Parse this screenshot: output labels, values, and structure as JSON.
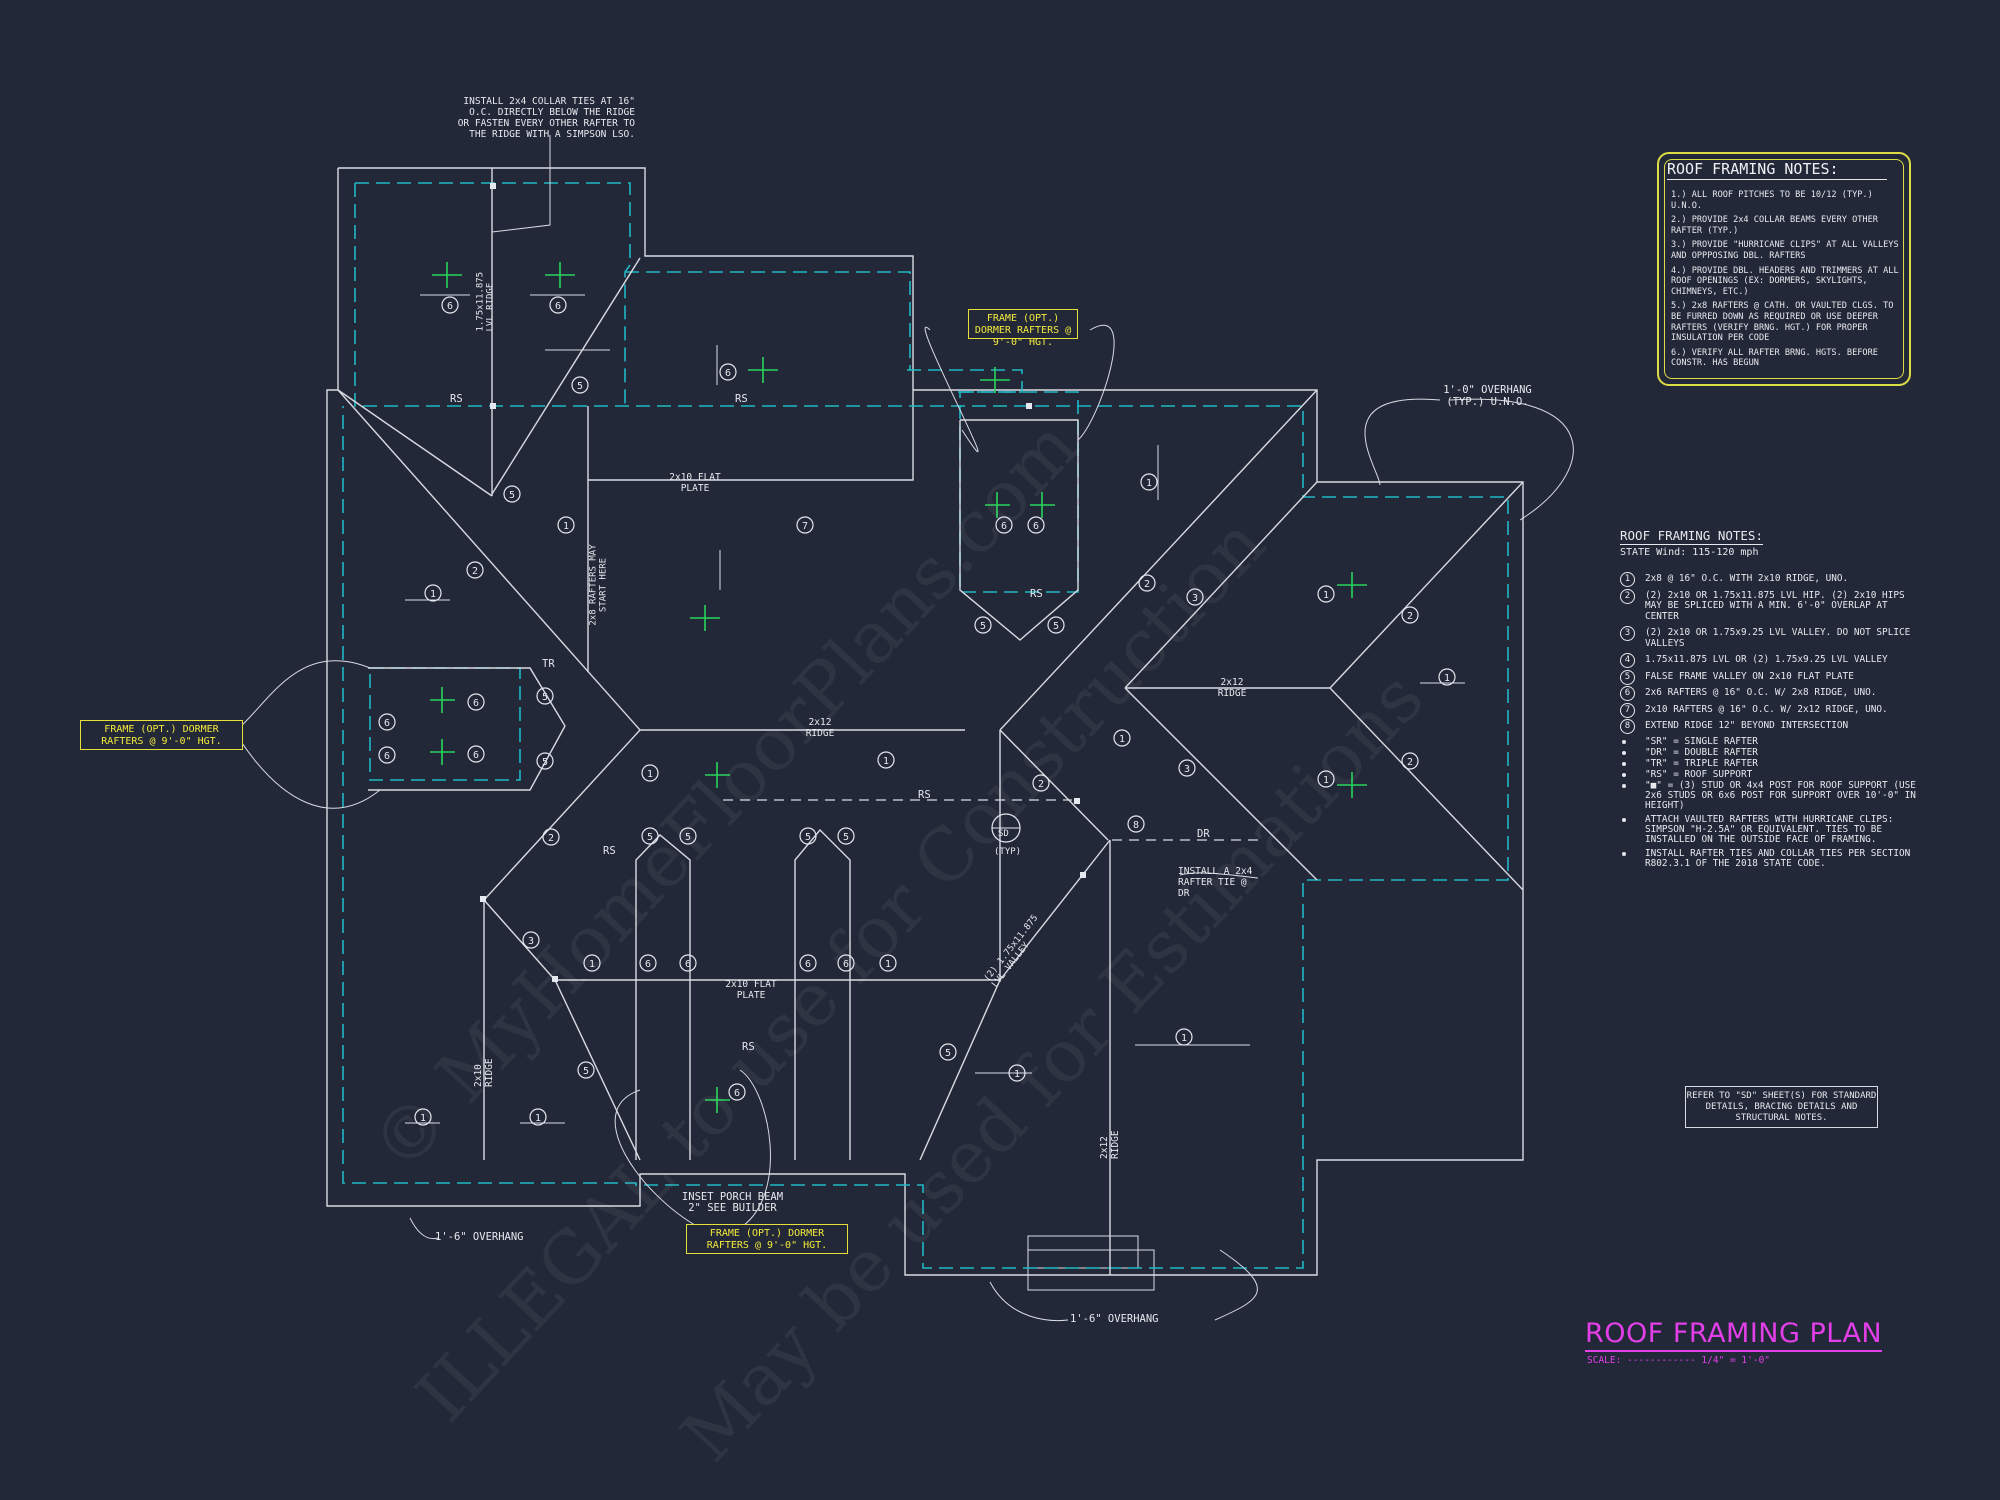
{
  "title": "ROOF FRAMING PLAN",
  "scale": "SCALE: ------------ 1/4\" = 1'-0\"",
  "notes_panel": {
    "title": "ROOF FRAMING NOTES:",
    "items": [
      "1.) ALL ROOF PITCHES TO BE 10/12 (TYP.) U.N.O.",
      "2.) PROVIDE 2x4 COLLAR BEAMS EVERY OTHER RAFTER (TYP.)",
      "3.) PROVIDE \"HURRICANE CLIPS\" AT ALL VALLEYS AND OPPPOSING DBL. RAFTERS",
      "4.) PROVIDE DBL. HEADERS AND TRIMMERS AT ALL ROOF OPENINGS (EX: DORMERS, SKYLIGHTS, CHIMNEYS, ETC.)",
      "5.) 2x8 RAFTERS @ CATH. OR VAULTED CLGS. TO BE FURRED DOWN AS REQUIRED OR USE DEEPER RAFTERS (VERIFY BRNG. HGT.) FOR PROPER INSULATION PER CODE",
      "6.) VERIFY ALL RAFTER BRNG. HGTS. BEFORE CONSTR. HAS BEGUN"
    ]
  },
  "legend": {
    "title": "ROOF FRAMING NOTES:",
    "wind": "STATE Wind: 115-120 mph",
    "items": [
      {
        "num": "1",
        "text": "2x8 @ 16\" O.C. WITH 2x10 RIDGE, UNO."
      },
      {
        "num": "2",
        "text": "(2) 2x10 OR 1.75x11.875 LVL HIP. (2) 2x10 HIPS MAY BE SPLICED WITH A MIN. 6'-0\" OVERLAP AT CENTER"
      },
      {
        "num": "3",
        "text": "(2) 2x10 OR 1.75x9.25 LVL VALLEY. DO NOT SPLICE VALLEYS"
      },
      {
        "num": "4",
        "text": "1.75x11.875 LVL OR (2) 1.75x9.25 LVL VALLEY"
      },
      {
        "num": "5",
        "text": "FALSE FRAME VALLEY ON 2x10 FLAT PLATE"
      },
      {
        "num": "6",
        "text": "2x6 RAFTERS @ 16\" O.C. W/ 2x8 RIDGE, UNO."
      },
      {
        "num": "7",
        "text": "2x10 RAFTERS @ 16\" O.C. W/ 2x12 RIDGE, UNO."
      },
      {
        "num": "8",
        "text": "EXTEND RIDGE 12\" BEYOND INTERSECTION"
      }
    ],
    "bullets": [
      "\"SR\" = SINGLE RAFTER",
      "\"DR\" = DOUBLE RAFTER",
      "\"TR\" = TRIPLE RAFTER",
      "\"RS\" = ROOF SUPPORT",
      "\"■\" = (3) STUD OR 4x4 POST FOR ROOF SUPPORT (USE 2x6 STUDS OR 6x6 POST FOR SUPPORT OVER 10'-0\" IN HEIGHT)",
      "ATTACH VAULTED RAFTERS WITH HURRICANE CLIPS: SIMPSON \"H-2.5A\" OR EQUIVALENT. TIES TO BE INSTALLED ON THE OUTSIDE FACE OF FRAMING.",
      "INSTALL RAFTER TIES AND COLLAR TIES PER SECTION R802.3.1 OF THE 2018 STATE CODE."
    ]
  },
  "refer_note": "REFER TO \"SD\" SHEET(S) FOR STANDARD DETAILS, BRACING DETAILS AND STRUCTURAL NOTES.",
  "callouts": {
    "collar_ties": "INSTALL 2x4 COLLAR TIES AT 16\" O.C. DIRECTLY BELOW THE RIDGE OR FASTEN EVERY OTHER RAFTER TO THE RIDGE WITH A SIMPSON LSO.",
    "dormer_top": "FRAME (OPT.) DORMER RAFTERS @ 9'-0\" HGT.",
    "dormer_left": "FRAME (OPT.) DORMER RAFTERS @ 9'-0\" HGT.",
    "dormer_bottom": "FRAME (OPT.) DORMER RAFTERS @ 9'-0\" HGT.",
    "overhang_typ": "1'-0\" OVERHANG (TYP.) U.N.O.",
    "overhang_left": "1'-6\" OVERHANG",
    "overhang_bottom": "1'-6\" OVERHANG",
    "inset_porch": "INSET PORCH BEAM 2\" SEE BUILDER",
    "rafter_tie": "INSTALL A 2x4 RAFTER TIE @ DR",
    "flat_plate_top": "2x10 FLAT PLATE",
    "flat_plate_bottom": "2x10 FLAT PLATE",
    "ridge_center": "2x12 RIDGE",
    "ridge_right": "2x12 RIDGE",
    "ridge_bottom_right": "2x12 RIDGE",
    "ridge_bottom_left": "2x10 RIDGE",
    "ridge_lvl_top": "1.75x11.875 LVL RIDGE",
    "valley_lvl": "(2) 1.75x11.875 LVL VALLEY",
    "rafters_start": "2x8 RAFTERS MAY START HERE",
    "sd_typ": "(TYP)",
    "sd": "SD"
  },
  "watermarks": [
    "© MyHomeFloorPlans.com",
    "ILLEGAL to use for Construction",
    "May be used for Estimations"
  ]
}
